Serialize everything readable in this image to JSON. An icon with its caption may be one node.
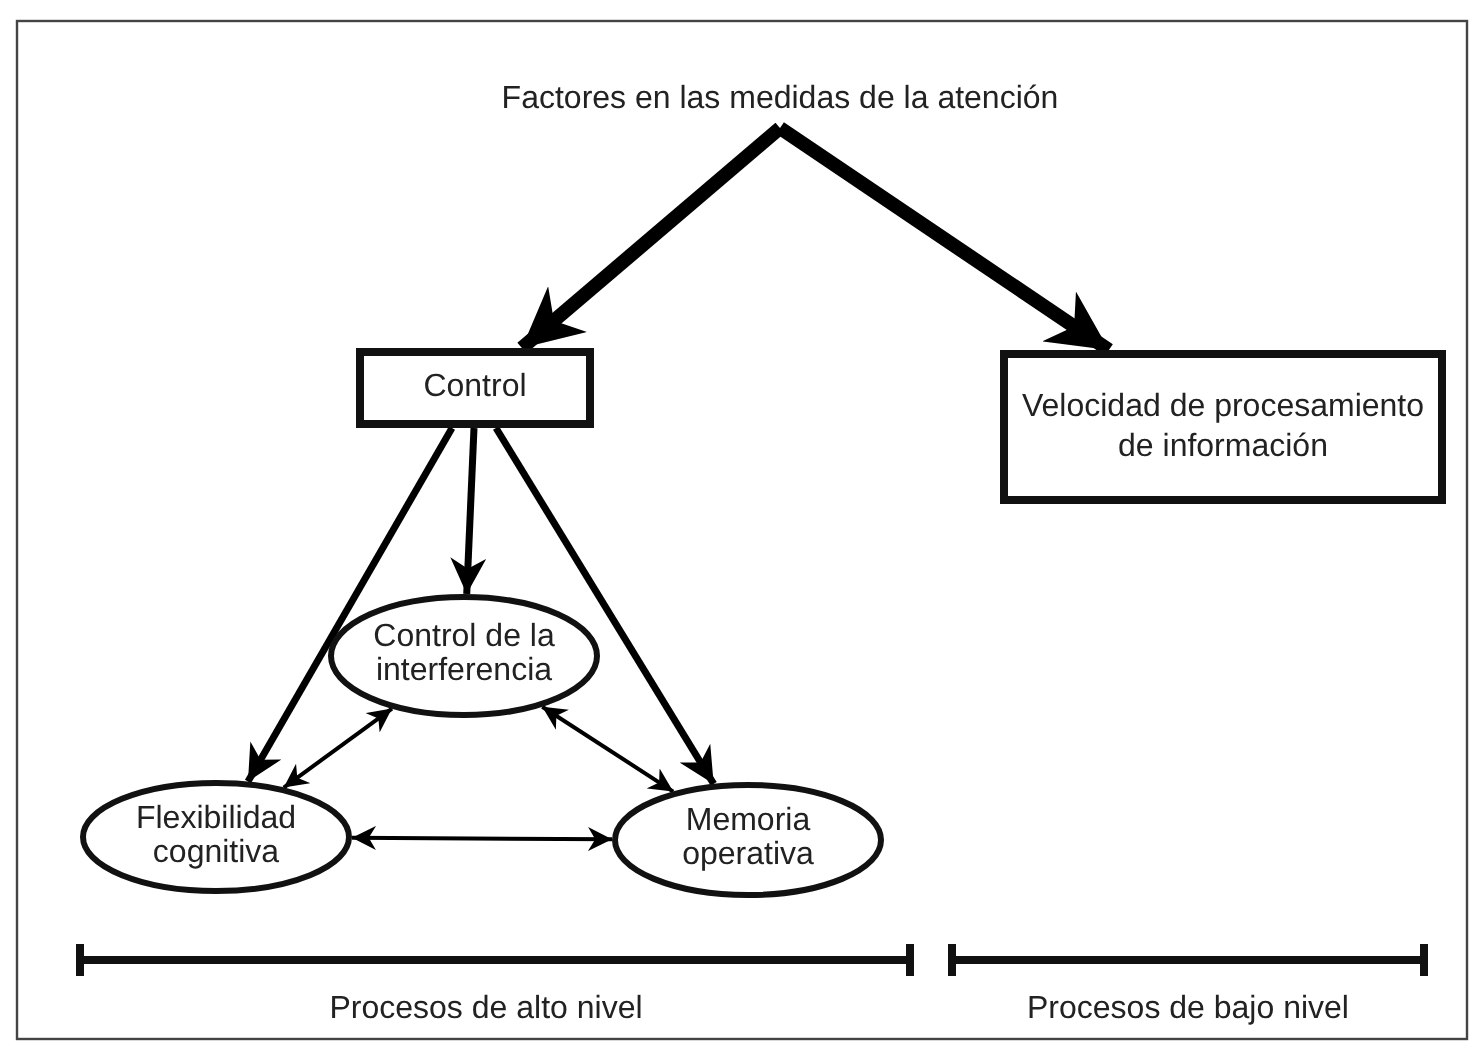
{
  "diagram": {
    "nodes": [
      {
        "text": [
          "Factores en las medidas de la atención"
        ]
      },
      {
        "text": [
          "Control"
        ]
      },
      {
        "text": [
          "Velocidad de procesamiento de información"
        ]
      },
      {
        "text": [
          "Control de la interferencia"
        ]
      },
      {
        "text": [
          "Flexibilidad cognitiva"
        ]
      },
      {
        "text": [
          "Memoria operativa"
        ]
      }
    ],
    "edges": [
      {
        "from": 0,
        "to": 1,
        "arrow": "to",
        "style": "thick"
      },
      {
        "from": 0,
        "to": 2,
        "arrow": "to",
        "style": "thick"
      },
      {
        "from": 1,
        "to": 4,
        "arrow": "to"
      },
      {
        "from": 1,
        "to": 3,
        "arrow": "to"
      },
      {
        "from": 1,
        "to": 5,
        "arrow": "to"
      },
      {
        "from": 3,
        "to": 4,
        "arrow": "both"
      },
      {
        "from": 3,
        "to": 5,
        "arrow": "both"
      },
      {
        "from": 4,
        "to": 5,
        "arrow": "both"
      }
    ],
    "labels": [
      "Procesos de alto nivel",
      "Procesos de bajo nivel"
    ]
  }
}
